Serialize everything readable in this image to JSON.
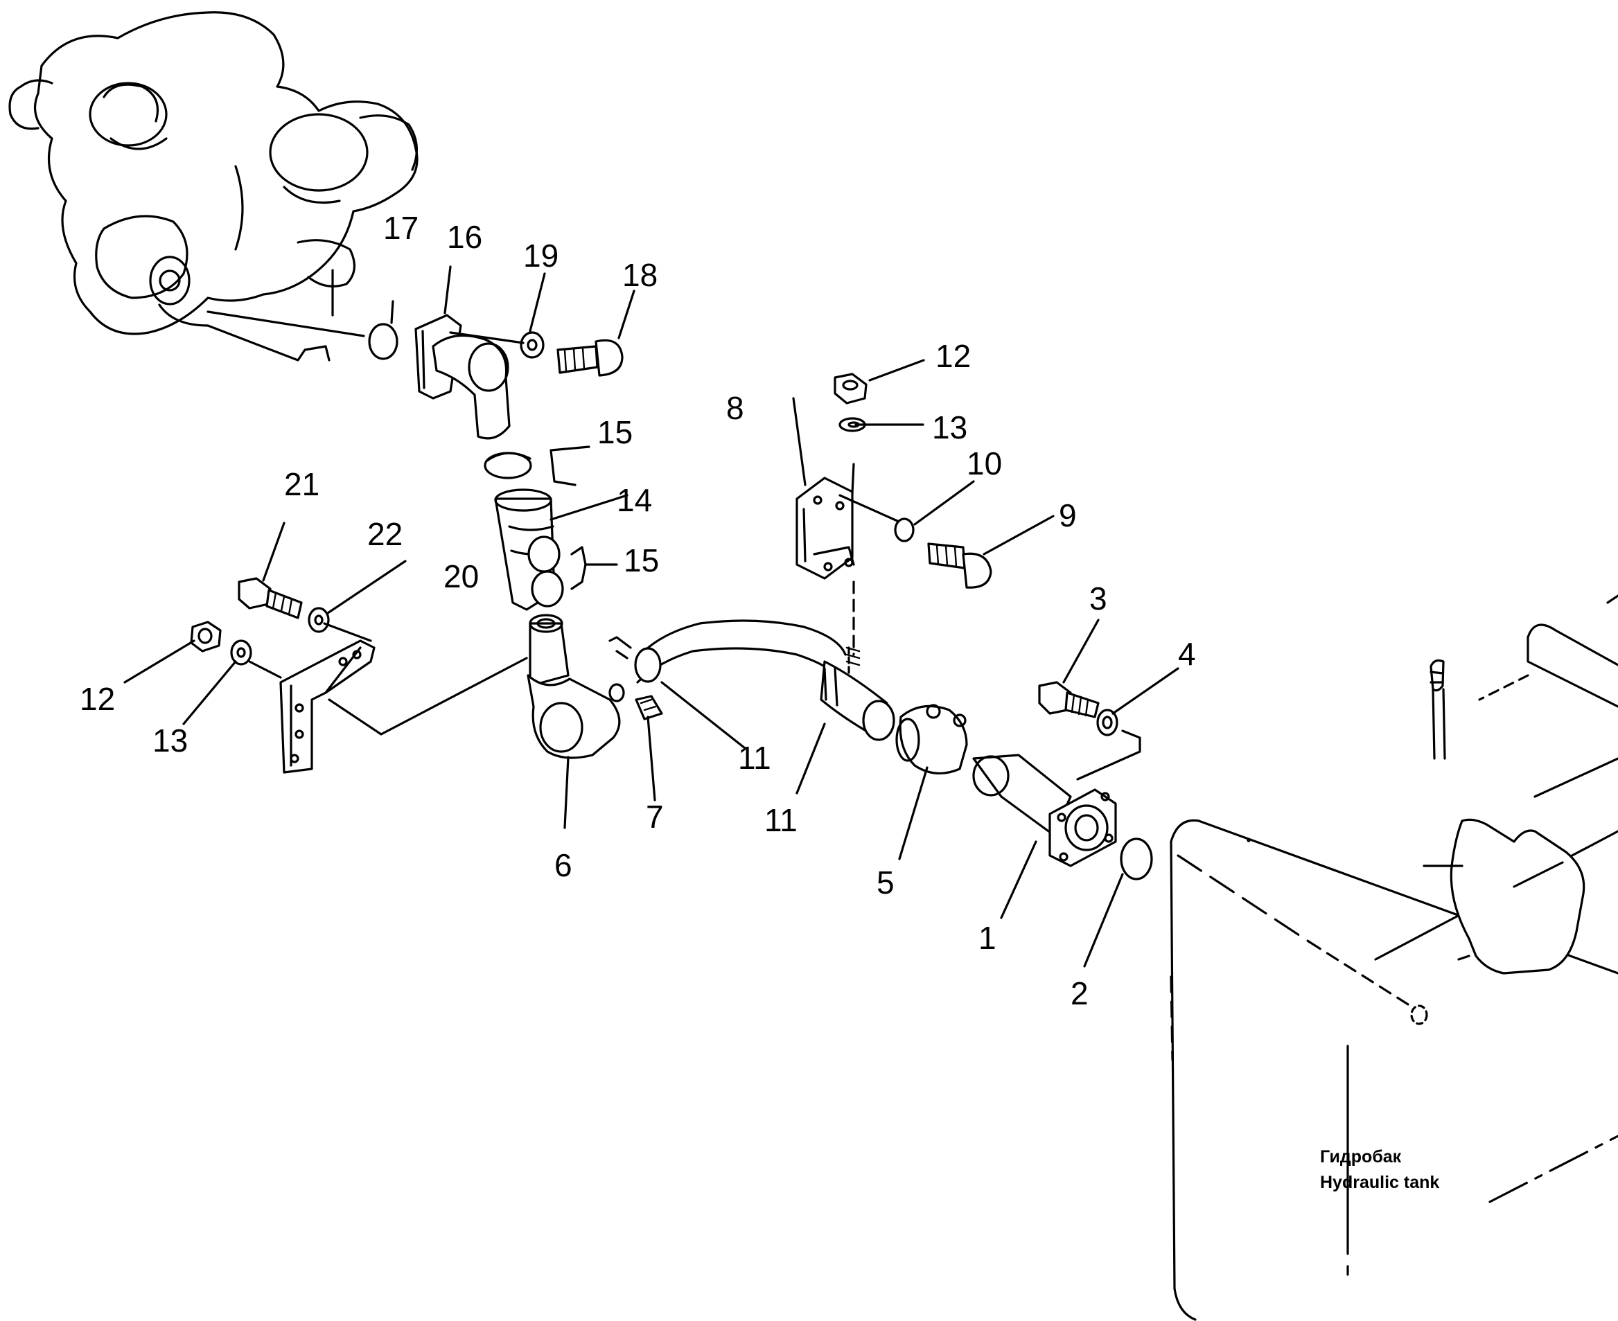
{
  "diagram": {
    "callouts": [
      {
        "id": "c1",
        "label": "1"
      },
      {
        "id": "c2",
        "label": "2"
      },
      {
        "id": "c3",
        "label": "3"
      },
      {
        "id": "c4",
        "label": "4"
      },
      {
        "id": "c5",
        "label": "5"
      },
      {
        "id": "c6",
        "label": "6"
      },
      {
        "id": "c7",
        "label": "7"
      },
      {
        "id": "c8",
        "label": "8"
      },
      {
        "id": "c9",
        "label": "9"
      },
      {
        "id": "c10",
        "label": "10"
      },
      {
        "id": "c11a",
        "label": "11"
      },
      {
        "id": "c11b",
        "label": "11"
      },
      {
        "id": "c12a",
        "label": "12"
      },
      {
        "id": "c12b",
        "label": "12"
      },
      {
        "id": "c13a",
        "label": "13"
      },
      {
        "id": "c13b",
        "label": "13"
      },
      {
        "id": "c14",
        "label": "14"
      },
      {
        "id": "c15a",
        "label": "15"
      },
      {
        "id": "c15b",
        "label": "15"
      },
      {
        "id": "c16",
        "label": "16"
      },
      {
        "id": "c17",
        "label": "17"
      },
      {
        "id": "c18",
        "label": "18"
      },
      {
        "id": "c19",
        "label": "19"
      },
      {
        "id": "c20",
        "label": "20"
      },
      {
        "id": "c21",
        "label": "21"
      },
      {
        "id": "c22",
        "label": "22"
      }
    ],
    "tank_label": {
      "ru": "Гидробак",
      "en": "Hydraulic tank"
    }
  }
}
